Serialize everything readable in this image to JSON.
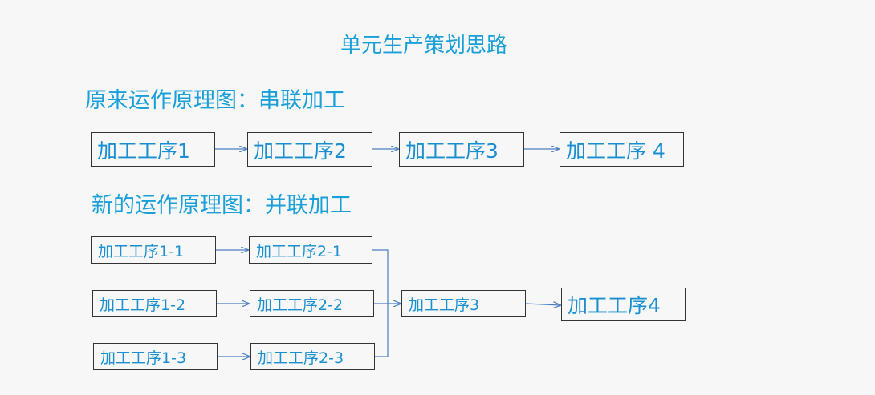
{
  "title": "单元生产策划思路",
  "serial": {
    "heading": "原来运作原理图：串联加工",
    "steps": [
      "加工工序1",
      "加工工序2",
      "加工工序3",
      "加工工序 4"
    ]
  },
  "parallel": {
    "heading": "新的运作原理图：并联加工",
    "stage1": [
      "加工工序1-1",
      "加工工序1-2",
      "加工工序1-3"
    ],
    "stage2": [
      "加工工序2-1",
      "加工工序2-2",
      "加工工序2-3"
    ],
    "stage3": "加工工序3",
    "stage4": "加工工序4"
  },
  "colors": {
    "text": "#1aa0d8",
    "arrow": "#4a7fc1",
    "border": "#333333"
  }
}
